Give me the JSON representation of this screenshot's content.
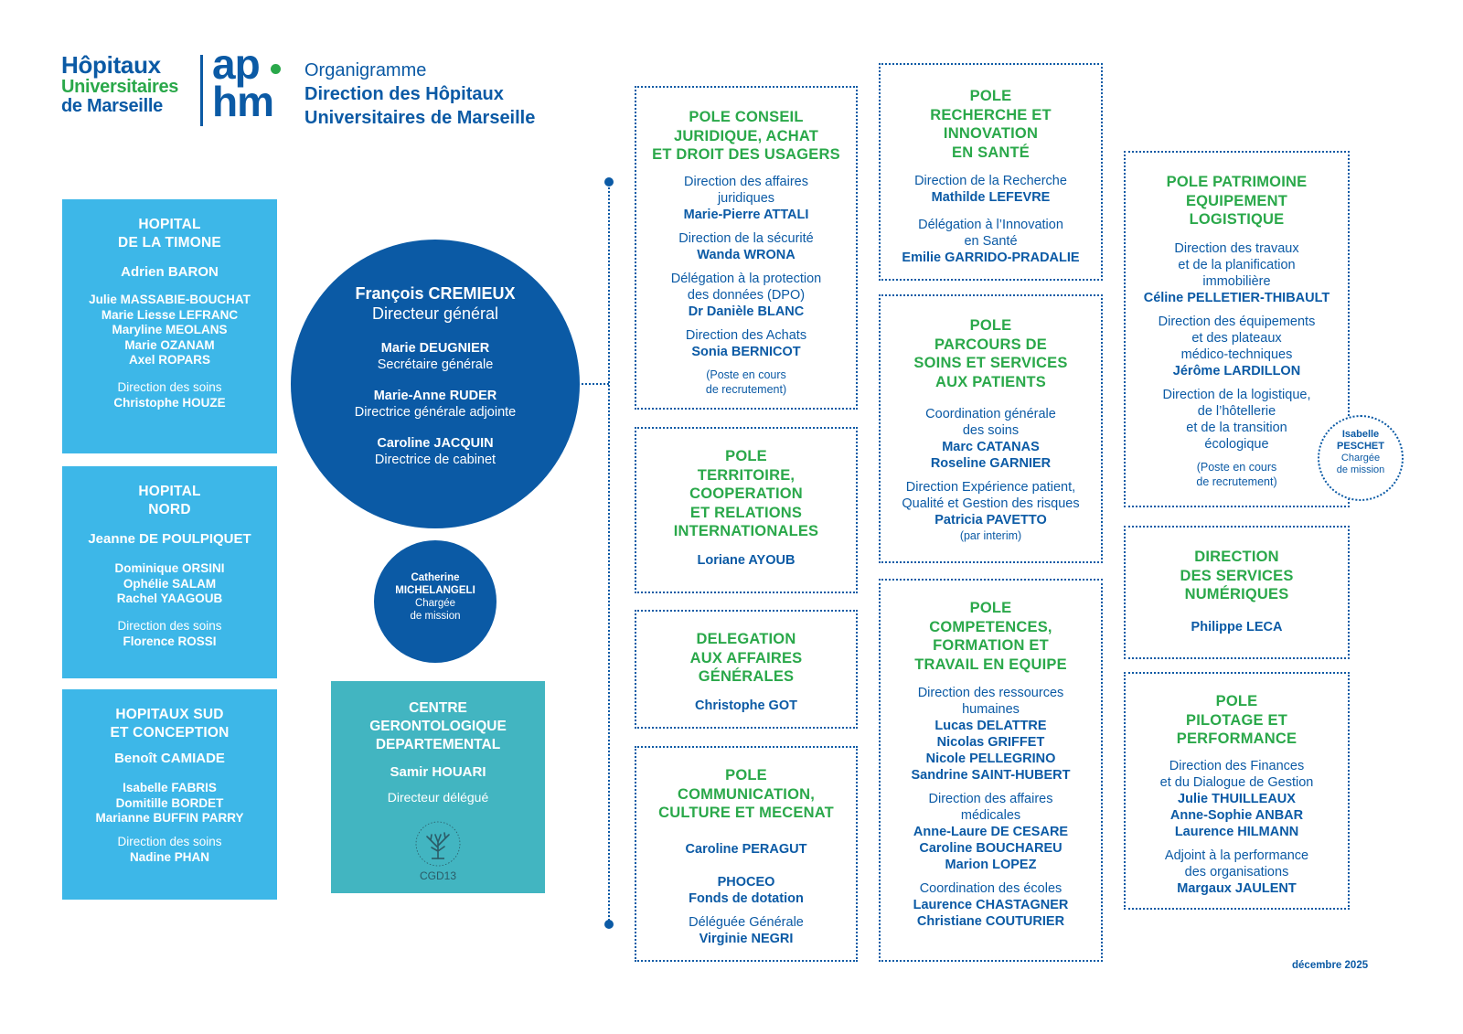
{
  "header": {
    "logo": {
      "line1": "Hôpitaux",
      "line2": "Universitaires",
      "line3": "de Marseille",
      "ap": "ap",
      "hm": "hm"
    },
    "subtitle": "Organigramme",
    "title_line1": "Direction des Hôpitaux",
    "title_line2": "Universitaires de Marseille"
  },
  "hospitals": [
    {
      "title": [
        "HOPITAL",
        "DE LA TIMONE"
      ],
      "director": "Adrien BARON",
      "deputies": [
        "Julie MASSABIE-BOUCHAT",
        "Marie Liesse LEFRANC",
        "Maryline MEOLANS",
        "Marie OZANAM",
        "Axel ROPARS"
      ],
      "care_label": "Direction des soins",
      "care_name": "Christophe HOUZE"
    },
    {
      "title": [
        "HOPITAL",
        "NORD"
      ],
      "director": "Jeanne DE POULPIQUET",
      "deputies": [
        "Dominique ORSINI",
        "Ophélie SALAM",
        "Rachel YAAGOUB"
      ],
      "care_label": "Direction des soins",
      "care_name": "Florence ROSSI"
    },
    {
      "title": [
        "HOPITAUX SUD",
        "ET CONCEPTION"
      ],
      "director": "Benoît CAMIADE",
      "deputies": [
        "Isabelle FABRIS",
        "Domitille BORDET",
        "Marianne BUFFIN PARRY"
      ],
      "care_label": "Direction des soins",
      "care_name": "Nadine PHAN"
    }
  ],
  "direction": {
    "dg_name": "François CREMIEUX",
    "dg_role": "Directeur général",
    "members": [
      {
        "name": "Marie DEUGNIER",
        "role": "Secrétaire générale"
      },
      {
        "name": "Marie-Anne RUDER",
        "role": "Directrice générale adjointe"
      },
      {
        "name": "Caroline JACQUIN",
        "role": "Directrice de cabinet"
      }
    ]
  },
  "mission_catherine": {
    "first": "Catherine",
    "last": "MICHELANGELI",
    "role1": "Chargée",
    "role2": "de mission"
  },
  "cgd": {
    "title": [
      "CENTRE",
      "GERONTOLOGIQUE",
      "DEPARTEMENTAL"
    ],
    "name": "Samir HOUARI",
    "role": "Directeur délégué",
    "logo_text": "CGD13"
  },
  "pole_conseil": {
    "title": [
      "POLE CONSEIL",
      "JURIDIQUE, ACHAT",
      "ET DROIT DES USAGERS"
    ],
    "s1": [
      "Direction des affaires",
      "juridiques"
    ],
    "n1": "Marie-Pierre ATTALI",
    "s2": "Direction de la sécurité",
    "n2": "Wanda WRONA",
    "s3": [
      "Délégation à la protection",
      "des données (DPO)"
    ],
    "n3": "Dr Danièle BLANC",
    "s4": "Direction des Achats",
    "n4": "Sonia BERNICOT",
    "p4": [
      "(Poste en cours",
      "de recrutement)"
    ]
  },
  "pole_territoire": {
    "title": [
      "POLE",
      "TERRITOIRE,",
      "COOPERATION",
      "ET RELATIONS",
      "INTERNATIONALES"
    ],
    "name": "Loriane AYOUB"
  },
  "delegation_ag": {
    "title": [
      "DELEGATION",
      "AUX AFFAIRES",
      "GÉNÉRALES"
    ],
    "name": "Christophe GOT"
  },
  "pole_communication": {
    "title": [
      "POLE",
      "COMMUNICATION,",
      "CULTURE ET MECENAT"
    ],
    "name": "Caroline PERAGUT",
    "phoceo1": "PHOCEO",
    "phoceo2": "Fonds de dotation",
    "role": "Déléguée Générale",
    "name2": "Virginie NEGRI"
  },
  "pole_recherche": {
    "title": [
      "POLE",
      "RECHERCHE ET",
      "INNOVATION",
      "EN SANTÉ"
    ],
    "s1": "Direction de la Recherche",
    "n1": "Mathilde LEFEVRE",
    "s2": [
      "Délégation à l’Innovation",
      "en Santé"
    ],
    "n2": "Emilie GARRIDO-PRADALIE"
  },
  "pole_parcours": {
    "title": [
      "POLE",
      "PARCOURS DE",
      "SOINS ET SERVICES",
      "AUX PATIENTS"
    ],
    "s1": [
      "Coordination générale",
      "des soins"
    ],
    "n1": [
      "Marc CATANAS",
      "Roseline GARNIER"
    ],
    "s2": [
      "Direction Expérience patient,",
      "Qualité et Gestion des risques"
    ],
    "n2": "Patricia PAVETTO",
    "p2": "(par interim)"
  },
  "pole_competences": {
    "title": [
      "POLE",
      "COMPETENCES,",
      "FORMATION ET",
      "TRAVAIL EN EQUIPE"
    ],
    "s1": [
      "Direction des ressources",
      "humaines"
    ],
    "n1": [
      "Lucas DELATTRE",
      "Nicolas GRIFFET",
      "Nicole PELLEGRINO",
      "Sandrine SAINT-HUBERT"
    ],
    "s2": [
      "Direction des affaires",
      "médicales"
    ],
    "n2": [
      "Anne-Laure DE CESARE",
      "Caroline BOUCHAREU",
      "Marion LOPEZ"
    ],
    "s3": "Coordination des écoles",
    "n3": [
      "Laurence CHASTAGNER",
      "Christiane COUTURIER"
    ]
  },
  "pole_patrimoine": {
    "title": [
      "POLE PATRIMOINE",
      "EQUIPEMENT",
      "LOGISTIQUE"
    ],
    "s1": [
      "Direction des travaux",
      "et de la planification",
      "immobilière"
    ],
    "n1": "Céline PELLETIER-THIBAULT",
    "s2": [
      "Direction des équipements",
      "et des plateaux",
      "médico-techniques"
    ],
    "n2": "Jérôme LARDILLON",
    "s3": [
      "Direction de la logistique,",
      "de l’hôtellerie",
      "et de la transition",
      "écologique"
    ],
    "p3": [
      "(Poste en cours",
      "de recrutement)"
    ]
  },
  "mission_isabelle": {
    "first": "Isabelle",
    "last": "PESCHET",
    "role1": "Chargée",
    "role2": "de mission"
  },
  "direction_numerique": {
    "title": [
      "DIRECTION",
      "DES SERVICES",
      "NUMÉRIQUES"
    ],
    "name": "Philippe LECA"
  },
  "pole_pilotage": {
    "title": [
      "POLE",
      "PILOTAGE ET",
      "PERFORMANCE"
    ],
    "s1": [
      "Direction des Finances",
      "et du Dialogue de Gestion"
    ],
    "n1": [
      "Julie THUILLEAUX",
      "Anne-Sophie ANBAR",
      "Laurence HILMANN"
    ],
    "s2": [
      "Adjoint à la performance",
      "des organisations"
    ],
    "n2": "Margaux JAULENT"
  },
  "footer_date": "décembre 2025",
  "colors": {
    "blue": "#0b5aa5",
    "light_blue": "#3db7e8",
    "teal": "#42b5c1",
    "green": "#2aa84a"
  }
}
